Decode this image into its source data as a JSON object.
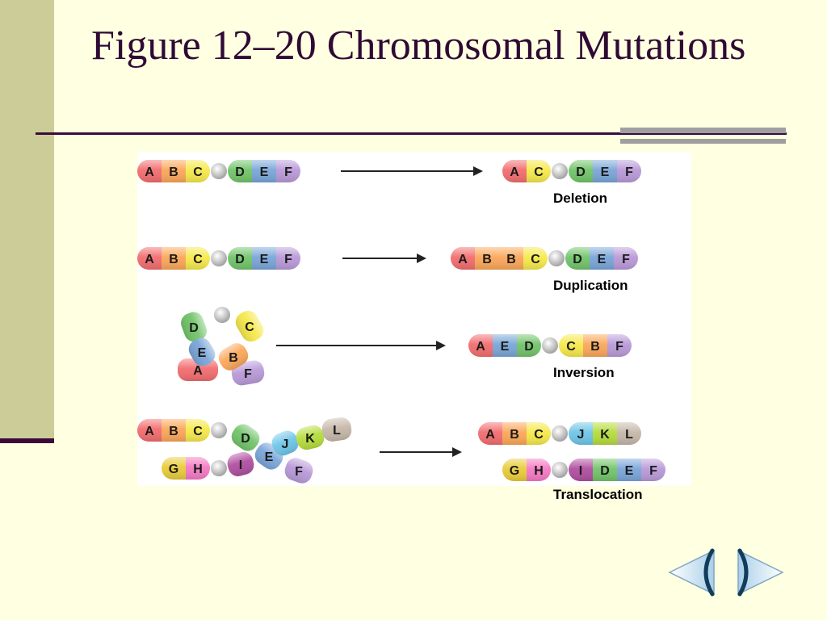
{
  "slide": {
    "title": "Figure 12–20 Chromosomal Mutations",
    "colors": {
      "background": "#ffffe1",
      "side_bar": "#cccc99",
      "rule": "#3c0a3a",
      "title_text": "#2f0a35"
    }
  },
  "gene_colors": {
    "A": "#f26d6f",
    "B": "#fba75a",
    "C": "#f6e94c",
    "D": "#72c46a",
    "E": "#7aa6d8",
    "F": "#b99ad8",
    "G": "#e9cc3a",
    "H": "#f57ac4",
    "I": "#b04fa0",
    "J": "#6fc5e8",
    "K": "#b5dc3c",
    "L": "#c6b8aa",
    "centromere": "#c4c4c4"
  },
  "diagram": {
    "rows": [
      {
        "name": "deletion",
        "caption": "Deletion",
        "before": [
          [
            "A",
            "B",
            "C",
            "*",
            "D",
            "E",
            "F"
          ]
        ],
        "after": [
          [
            "A",
            "C",
            "*",
            "D",
            "E",
            "F"
          ]
        ]
      },
      {
        "name": "duplication",
        "caption": "Duplication",
        "before": [
          [
            "A",
            "B",
            "C",
            "*",
            "D",
            "E",
            "F"
          ]
        ],
        "after": [
          [
            "A",
            "B",
            "B",
            "C",
            "*",
            "D",
            "E",
            "F"
          ]
        ]
      },
      {
        "name": "inversion",
        "caption": "Inversion",
        "before_loop": [
          "A",
          "B",
          "C",
          "*",
          "D",
          "E",
          "F"
        ],
        "after": [
          [
            "A",
            "E",
            "D",
            "*",
            "C",
            "B",
            "F"
          ]
        ]
      },
      {
        "name": "translocation",
        "caption": "Translocation",
        "before": [
          [
            "A",
            "B",
            "C",
            "*"
          ],
          [
            "G",
            "H",
            "*"
          ]
        ],
        "before_crossed": [
          [
            "D",
            "J",
            "K",
            "L"
          ],
          [
            "I",
            "E",
            "F"
          ]
        ],
        "after": [
          [
            "A",
            "B",
            "C",
            "*",
            "J",
            "K",
            "L"
          ],
          [
            "G",
            "H",
            "*",
            "I",
            "D",
            "E",
            "F"
          ]
        ]
      }
    ]
  },
  "nav": {
    "prev_icon": "left-triangle-icon",
    "next_icon": "right-triangle-icon"
  }
}
